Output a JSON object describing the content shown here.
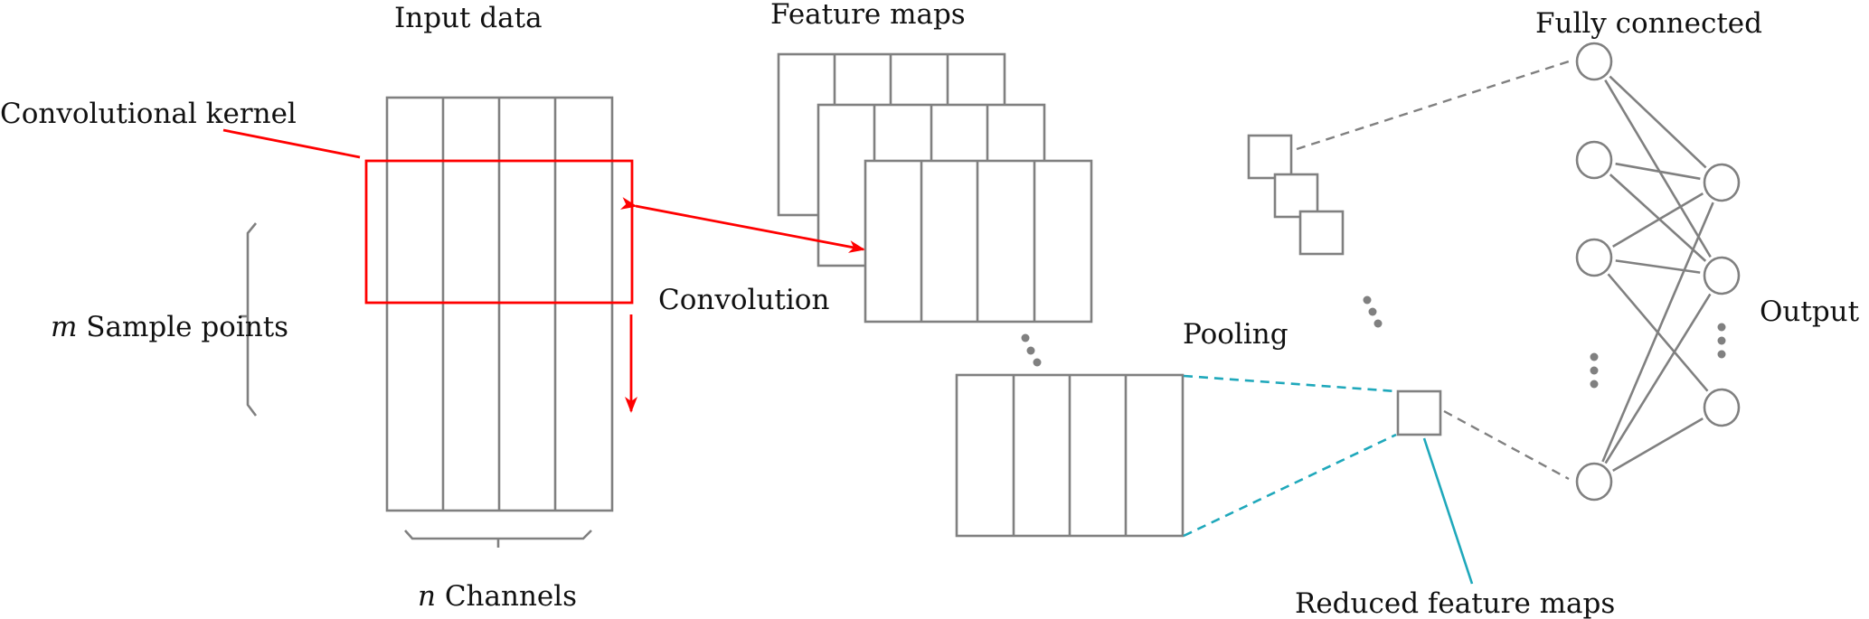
{
  "diagram": {
    "title": "CNN architecture: convolution, pooling, fully connected",
    "labels": {
      "input_data": "Input data",
      "conv_kernel": "Convolutional kernel",
      "sample_points_var": "m",
      "sample_points": " Sample points",
      "channels_var": "n",
      "channels": " Channels",
      "feature_maps": "Feature maps",
      "convolution": "Convolution",
      "pooling": "Pooling",
      "reduced_feature_maps": "Reduced feature maps",
      "fully_connected": "Fully connected",
      "output": "Output"
    },
    "input_channels": 4,
    "feature_map_stack_count": 3,
    "fc_nodes_shown": 4,
    "output_nodes_shown": 3,
    "fc_to_output_edges": [
      [
        0,
        0
      ],
      [
        0,
        1
      ],
      [
        1,
        0
      ],
      [
        1,
        1
      ],
      [
        2,
        0
      ],
      [
        2,
        1
      ],
      [
        2,
        2
      ],
      [
        3,
        0
      ],
      [
        3,
        1
      ],
      [
        3,
        2
      ]
    ],
    "colors": {
      "structure": "#808080",
      "kernel": "#ff0000",
      "pooling_link": "#1fa8bb",
      "text": "#111111"
    }
  }
}
